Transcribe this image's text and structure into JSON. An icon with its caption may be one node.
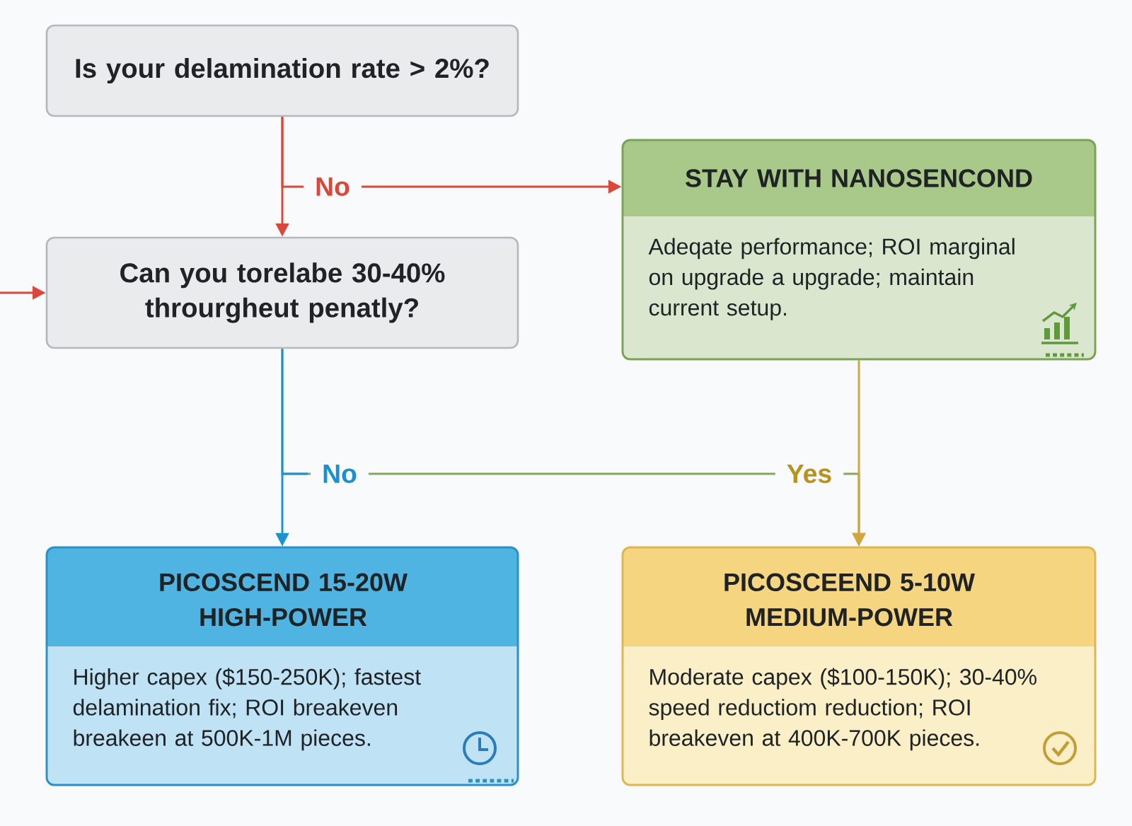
{
  "diagram": {
    "nodes": [
      {
        "text": [
          "Is your delamination rate > 2%?"
        ]
      },
      {
        "text": [
          "Can you torelabe 30-40% throurgheut penatly?"
        ]
      },
      {
        "text": [
          "STAY WITH NANOSENCOND",
          "Adeqate performance; ROI marginal on upgrade a upgrade; maintain current setup."
        ]
      },
      {
        "text": [
          "PICOSCEND 15-20W HIGH-POWER",
          "Higher capex ($150-250K); fastest delamination fix; ROI breakeven breakeen at 500K-1M pieces."
        ]
      },
      {
        "text": [
          "PICOSCEEND 5-10W MEDIUM-POWER",
          "Moderate capex ($100-150K); 30-40% speed reductiom reduction; ROI breakeven at 400K-700K pieces."
        ]
      }
    ],
    "edges": [
      {
        "from": 0,
        "to": 1,
        "arrow": "to"
      },
      {
        "from": 0,
        "to": 2,
        "arrow": "to",
        "label": "No"
      },
      {
        "from": null,
        "to": 1,
        "arrow": "to"
      },
      {
        "from": 1,
        "to": 3,
        "arrow": "to",
        "label": "No",
        "color": "#1b93d2"
      },
      {
        "from": 1,
        "to": 4,
        "arrow": "to",
        "label": "Yes",
        "color": "#86a85e"
      },
      {
        "from": 2,
        "to": 4,
        "arrow": "to",
        "color": "#d4a53c"
      }
    ]
  }
}
